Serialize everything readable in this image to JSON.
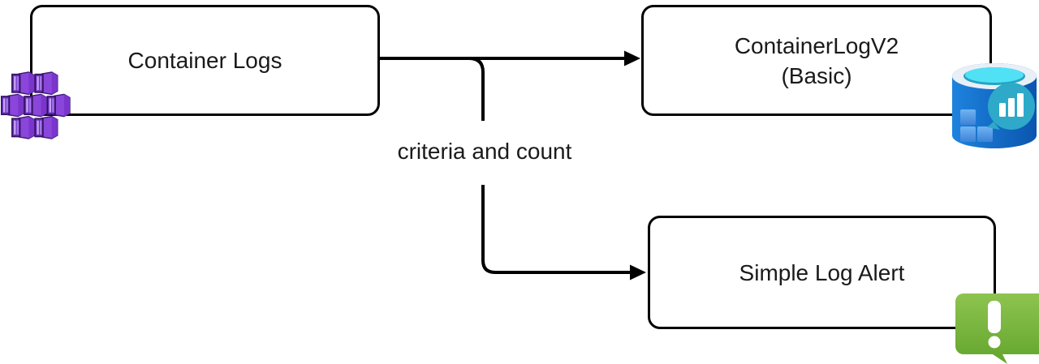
{
  "diagram": {
    "nodes": [
      {
        "label": "Container Logs",
        "icon": "containers-icon"
      },
      {
        "label_line1": "ContainerLogV2",
        "label_line2": "(Basic)",
        "icon": "log-analytics-icon"
      },
      {
        "label": "Simple Log Alert",
        "icon": "alert-icon"
      }
    ],
    "edges": [
      {
        "from": "Container Logs",
        "to": "ContainerLogV2 (Basic)",
        "label": ""
      },
      {
        "from": "Container Logs",
        "to": "Simple Log Alert",
        "label": "criteria and count"
      }
    ],
    "colors": {
      "line": "#000000",
      "container_purple": "#8a46da",
      "container_purple_dark": "#5b21a8",
      "database_blue": "#1272ca",
      "database_cyan": "#50e1f5",
      "chart_teal": "#2ea9c9",
      "alert_green_top": "#8dc450",
      "alert_green_bottom": "#63a52c"
    }
  }
}
